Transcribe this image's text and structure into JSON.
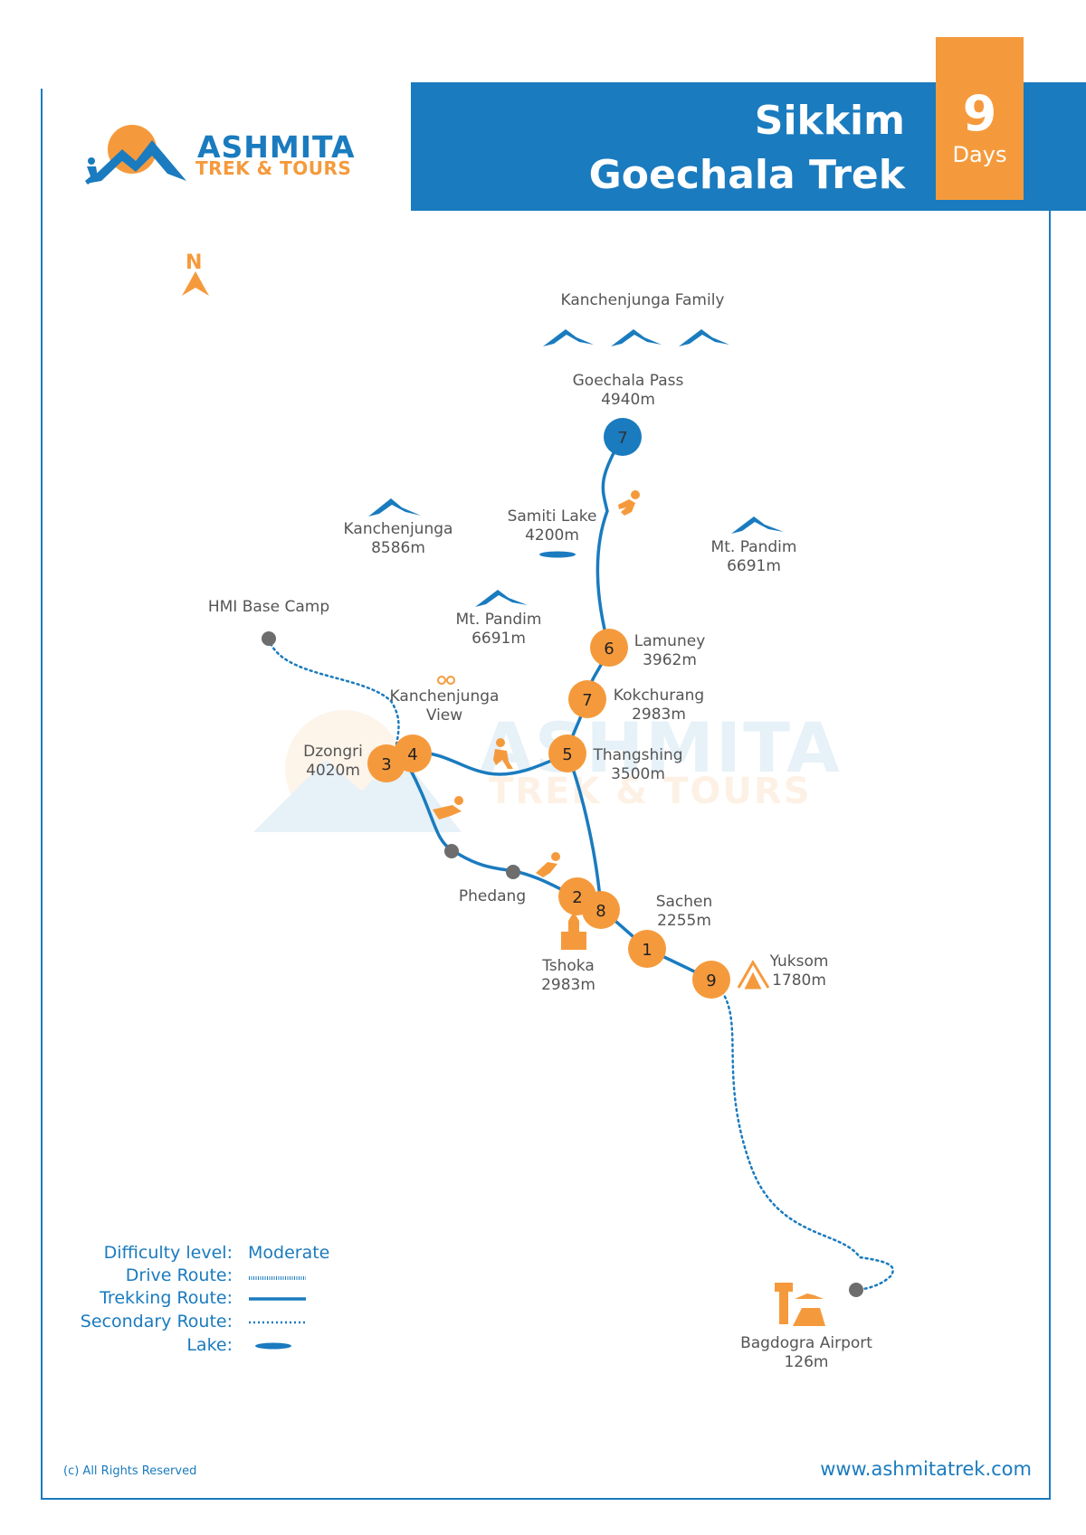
{
  "colors": {
    "primary_blue": "#1a7bbf",
    "accent_orange": "#f59a3c",
    "label_gray": "#555555",
    "node_gray": "#6d6d6d"
  },
  "logo": {
    "name": "ASHMITA",
    "tagline": "TREK & TOURS"
  },
  "watermark": {
    "name": "ASHMITA",
    "tagline": "TREK & TOURS"
  },
  "header": {
    "title_line1": "Sikkim",
    "title_line2": "Goechala Trek",
    "days_number": "9",
    "days_label": "Days"
  },
  "compass": {
    "label": "N",
    "icon": "north-arrow-icon"
  },
  "places": {
    "kanchenjunga_family": {
      "name": "Kanchenjunga Family"
    },
    "goechala_pass": {
      "name": "Goechala Pass",
      "elevation": "4940m"
    },
    "samiti_lake": {
      "name": "Samiti Lake",
      "elevation": "4200m"
    },
    "kanchenjunga": {
      "name": "Kanchenjunga",
      "elevation": "8586m"
    },
    "mt_pandim_right": {
      "name": "Mt. Pandim",
      "elevation": "6691m"
    },
    "mt_pandim_left": {
      "name": "Mt. Pandim",
      "elevation": "6691m"
    },
    "hmi_base_camp": {
      "name": "HMI Base Camp"
    },
    "lamuney": {
      "name": "Lamuney",
      "elevation": "3962m"
    },
    "kanchenjunga_view": {
      "line1": "Kanchenjunga",
      "line2": "View"
    },
    "kokchurang": {
      "name": "Kokchurang",
      "elevation": "2983m"
    },
    "dzongri": {
      "name": "Dzongri",
      "elevation": "4020m"
    },
    "thangshing": {
      "name": "Thangshing",
      "elevation": "3500m"
    },
    "phedang": {
      "name": "Phedang"
    },
    "sachen": {
      "name": "Sachen",
      "elevation": "2255m"
    },
    "tshoka": {
      "name": "Tshoka",
      "elevation": "2983m"
    },
    "yuksom": {
      "name": "Yuksom",
      "elevation": "1780m"
    },
    "bagdogra": {
      "name": "Bagdogra Airport",
      "elevation": "126m"
    }
  },
  "day_markers": {
    "goechala": "7",
    "lamuney": "6",
    "kokchurang": "7",
    "thangshing": "5",
    "dzongri_a": "3",
    "dzongri_b": "4",
    "tshoka_a": "2",
    "tshoka_b": "8",
    "sachen": "1",
    "yuksom": "9"
  },
  "legend": {
    "difficulty_label": "Difficulty level:",
    "difficulty_value": "Moderate",
    "drive_label": "Drive Route:",
    "trekking_label": "Trekking Route:",
    "secondary_label": "Secondary Route:",
    "lake_label": "Lake:"
  },
  "footer": {
    "copyright": "(c) All Rights Reserved",
    "website": "www.ashmitatrek.com"
  }
}
